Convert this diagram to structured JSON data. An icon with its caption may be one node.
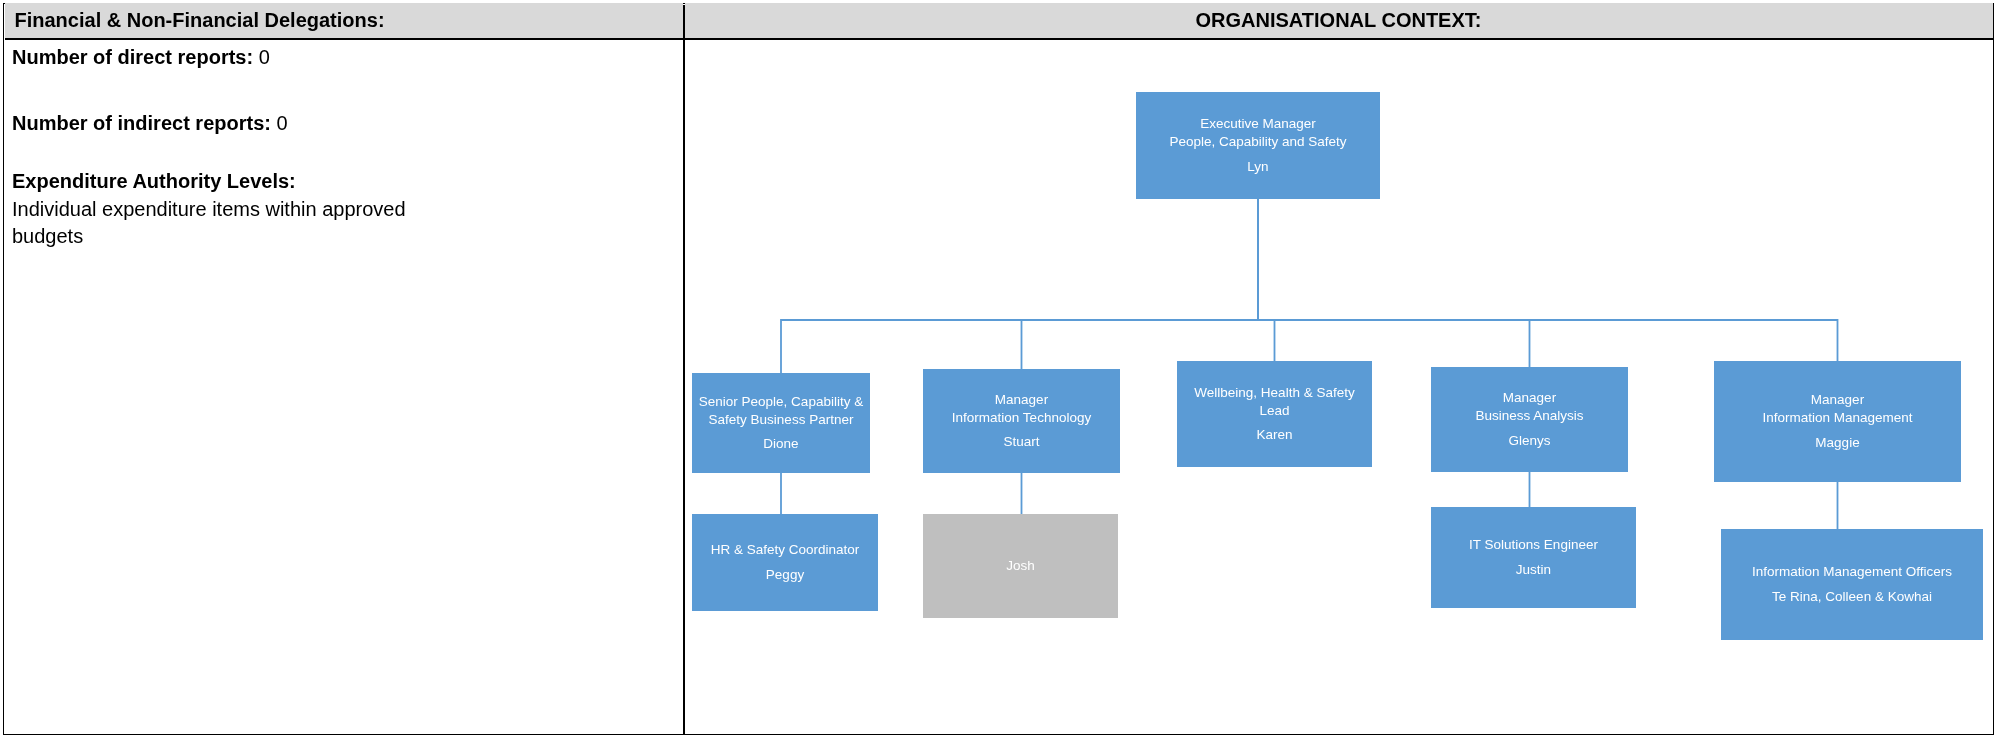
{
  "diagram": {
    "nodes": [
      {
        "text": [
          "Executive Manager",
          "People, Capability and Safety",
          "Lyn"
        ]
      },
      {
        "text": [
          "Senior People, Capability & Safety Business Partner",
          "Dione"
        ]
      },
      {
        "text": [
          "Manager",
          "Information Technology",
          "Stuart"
        ]
      },
      {
        "text": [
          "Wellbeing, Health & Safety Lead",
          "Karen"
        ]
      },
      {
        "text": [
          "Manager",
          "Business Analysis",
          "Glenys"
        ]
      },
      {
        "text": [
          "Manager",
          "Information Management",
          "Maggie"
        ]
      },
      {
        "text": [
          "HR & Safety Coordinator",
          "Peggy"
        ]
      },
      {
        "text": [
          "Josh"
        ]
      },
      {
        "text": [
          "IT Solutions Engineer",
          "Justin"
        ]
      },
      {
        "text": [
          "Information Management Officers",
          "Te Rina, Colleen &  Kowhai"
        ]
      }
    ],
    "edges": [
      {
        "from": 0,
        "to": 1,
        "arrow": "none"
      },
      {
        "from": 0,
        "to": 2,
        "arrow": "none"
      },
      {
        "from": 0,
        "to": 3,
        "arrow": "none"
      },
      {
        "from": 0,
        "to": 4,
        "arrow": "none"
      },
      {
        "from": 0,
        "to": 5,
        "arrow": "none"
      },
      {
        "from": 1,
        "to": 6,
        "arrow": "none"
      },
      {
        "from": 2,
        "to": 7,
        "arrow": "none"
      },
      {
        "from": 4,
        "to": 8,
        "arrow": "none"
      },
      {
        "from": 5,
        "to": 9,
        "arrow": "none"
      }
    ],
    "labels": [
      "Financial & Non-Financial Delegations:",
      "ORGANISATIONAL CONTEXT:",
      "**Number of direct reports:** 0",
      "**Number of indirect reports:** 0",
      "Expenditure Authority Levels:",
      "Individual expenditure items within approved budgets"
    ]
  }
}
